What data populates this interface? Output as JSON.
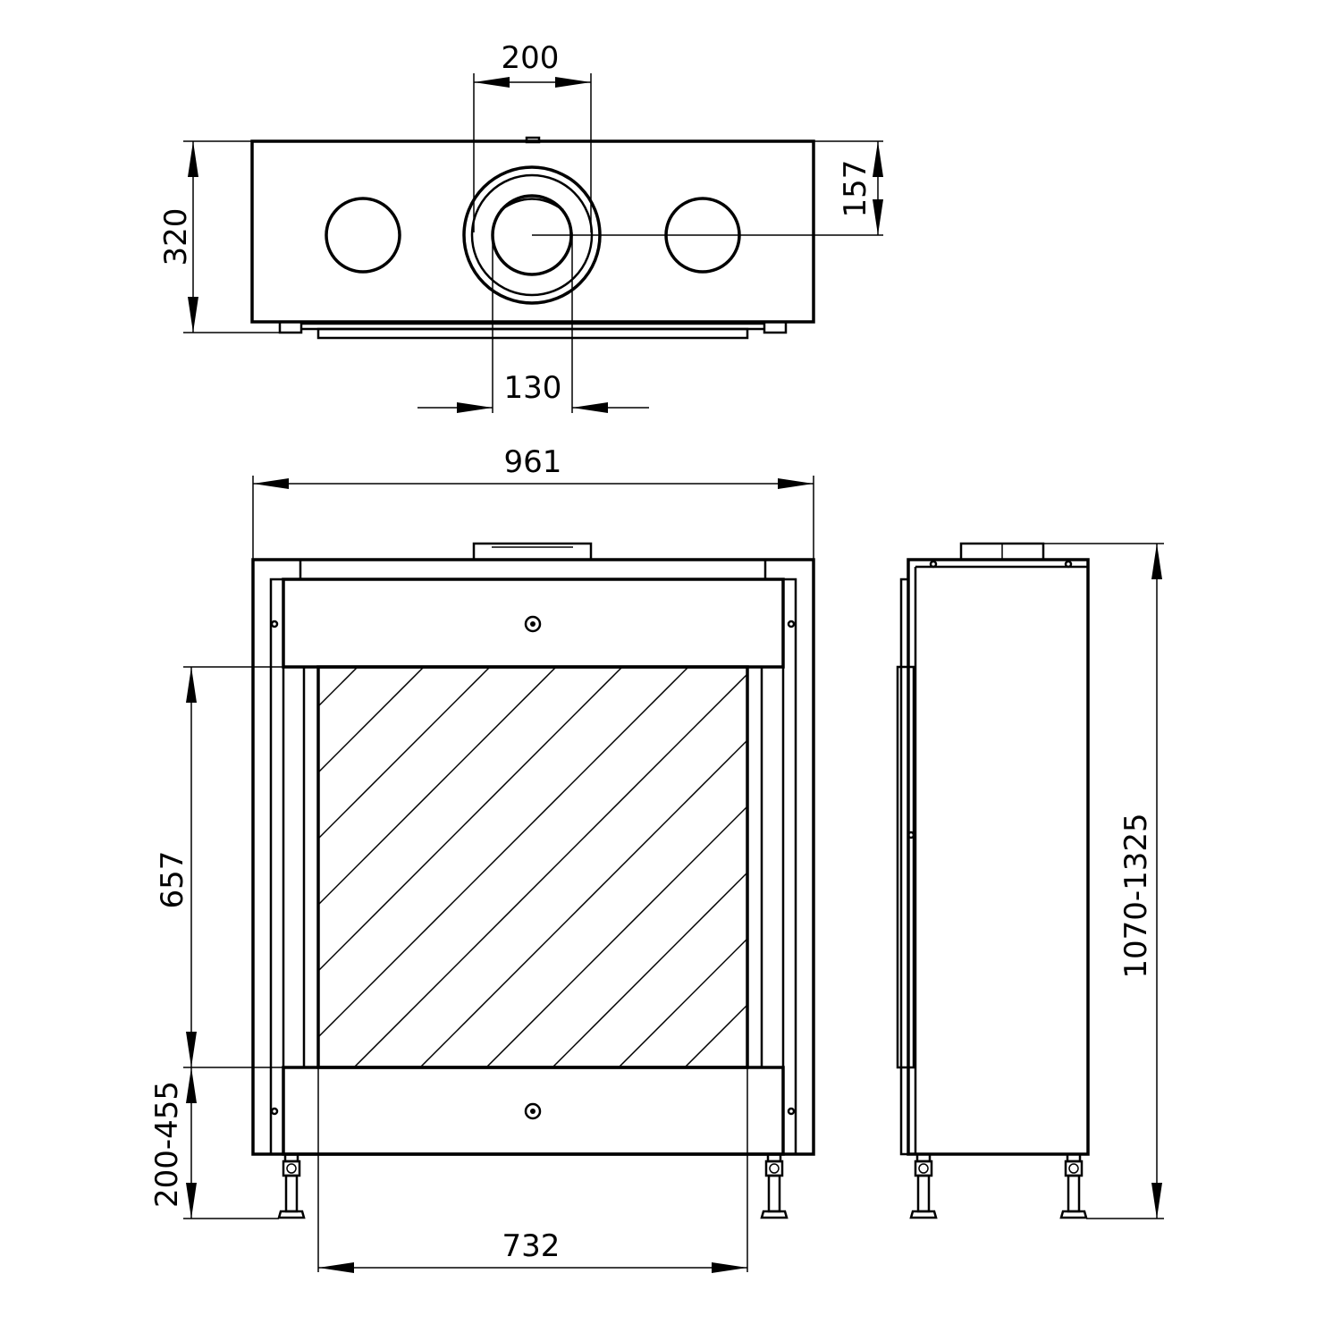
{
  "dimensions": {
    "flue_outer_width": "200",
    "flue_inner_width": "130",
    "top_depth": "320",
    "flue_center_offset": "157",
    "overall_width": "961",
    "glass_height": "657",
    "base_height": "200-455",
    "overall_height": "1070-1325",
    "glass_width": "732"
  }
}
